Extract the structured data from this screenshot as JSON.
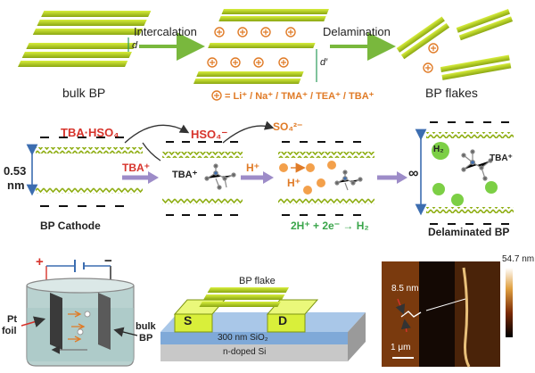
{
  "top_row": {
    "bulk_label": "bulk BP",
    "interlayer_symbol": "d",
    "step1_label": "Intercalation",
    "expanded_symbol": "d′",
    "step2_label": "Delamination",
    "flakes_label": "BP flakes",
    "cation_list": "= Li⁺ / Na⁺ / TMA⁺ / TEA⁺ / TBA⁺"
  },
  "middle_row": {
    "reagent": "TBA·HSO₄",
    "anion_1": "HSO₄⁻",
    "anion_2": "SO₄²⁻",
    "spacing_value": "0.53",
    "spacing_unit": "nm",
    "cation_arrow_label": "TBA⁺",
    "inserted_cation": "TBA⁺",
    "proton_arrow_label": "H⁺",
    "proton_label": "H⁺",
    "reaction": "2H⁺ + 2e⁻ → H₂",
    "infinity": "∞",
    "h2_label": "H₂",
    "final_cation": "TBA⁺",
    "cathode_label": "BP Cathode",
    "delaminated_label": "Delaminated BP"
  },
  "bottom_row": {
    "plus": "+",
    "minus": "−",
    "foil_label_1": "Pt",
    "foil_label_2": "foil",
    "bulk_label_1": "bulk",
    "bulk_label_2": "BP",
    "flake_label": "BP flake",
    "source": "S",
    "drain": "D",
    "oxide": "300 nm SiO₂",
    "substrate": "n-doped Si",
    "afm_thickness": "8.5 nm",
    "afm_scale": "1 μm",
    "afm_height": "54.7 nm"
  },
  "colors": {
    "layer": "#b6cf1e",
    "layer_dark": "#6f8a10",
    "arrow_green": "#79b83d",
    "arrow_purple": "#9d8cc8",
    "cation_orange": "#e07b27",
    "text_red": "#d7332b",
    "text_orange": "#e07b27",
    "text_green": "#3aa54a",
    "blue": "#3c6db0"
  }
}
